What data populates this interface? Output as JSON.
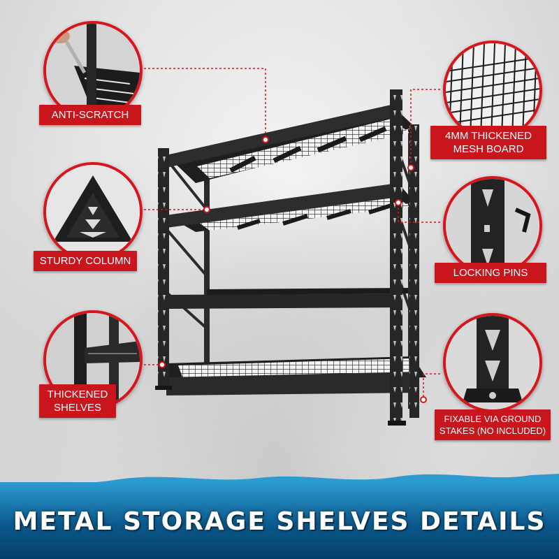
{
  "title": "METAL STORAGE SHELVES DETAILS",
  "features": {
    "anti_scratch": "ANTI-SCRATCH",
    "sturdy_column": "STURDY COLUMN",
    "thickened_shelves": [
      "THICKENED",
      "SHELVES"
    ],
    "mesh_board": [
      "4MM THICKENED",
      "MESH BOARD"
    ],
    "locking_pins": "LOCKING PINS",
    "ground_stakes": [
      "FIXABLE VIA GROUND",
      "STAKES (NO INCLUDED)"
    ]
  },
  "colors": {
    "label_red": "#c8161c",
    "circle_border": "#d8151b",
    "shelf_black": "#1e1e1e",
    "banner_blue": "#0b5a8e"
  },
  "icons": [
    "screwdriver-icon",
    "column-channel-icon",
    "shelf-beam-icon",
    "mesh-grid-icon",
    "locking-pin-icon",
    "ground-stake-icon"
  ]
}
